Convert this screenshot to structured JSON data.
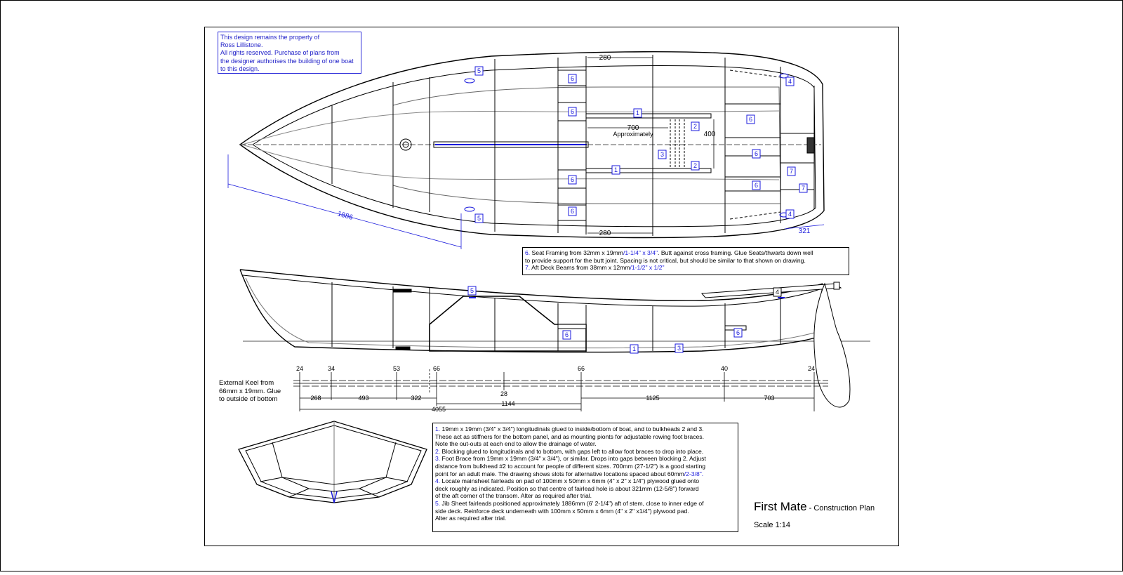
{
  "copyright": {
    "lines": [
      "This design remains the property of",
      "Ross Lillistone.",
      "All rights reserved. Purchase of plans from",
      "the designer authorises the building of one boat",
      "to this design."
    ]
  },
  "title": {
    "main": "First Mate",
    "sub": " - Construction Plan",
    "scale": "Scale 1:14"
  },
  "plan_view": {
    "dimensions": {
      "top_280": "280",
      "bottom_280": "280",
      "d700": "700",
      "approximately": "Approximately",
      "d400": "400",
      "d1886": "1886",
      "d321": "321"
    },
    "labels": [
      "5",
      "5",
      "6",
      "6",
      "6",
      "6",
      "1",
      "1",
      "2",
      "2",
      "3",
      "6",
      "6",
      "6",
      "4",
      "4",
      "7",
      "7"
    ]
  },
  "profile_view": {
    "labels": [
      "5",
      "4",
      "6",
      "6",
      "1",
      "3"
    ]
  },
  "keel": {
    "label_lines": [
      "External Keel from",
      "66mm x 19mm. Glue",
      "to outside of bottom"
    ],
    "depths": [
      "24",
      "34",
      "53",
      "66",
      "66",
      "40",
      "24"
    ],
    "segments": [
      "268",
      "493",
      "322",
      "1144",
      "1125",
      "703"
    ],
    "mid_label": "28",
    "total": "4055"
  },
  "seat_note": {
    "n6": "6.",
    "t6a": " Seat Framing from 32mm x 19mm",
    "i6": "/1-1/4\" x 3/4\"",
    "t6b": ". Butt against cross framing. Glue Seats/thwarts down well",
    "t6c": "to provide support for the butt joint. Spacing is not critical, but should be similar to that shown on drawing.",
    "n7": "7.",
    "t7": " Aft Deck Beams from 38mm x 12mm",
    "i7": "/1-1/2\" x 1/2\""
  },
  "notes": {
    "n1": "1.",
    "t1": " 19mm x 19mm (3/4\" x 3/4\") longitudinals glued to inside/bottom of boat, and to bulkheads 2 and 3.",
    "t1b": "These act as stiffners for the bottom panel, and as mounting pionts for adjustable rowing foot braces.",
    "t1c": "Note the out-outs at each end to allow the drainage of water.",
    "n2": "2.",
    "t2": " Blocking glued to longitudinals and to bottom, with gaps left to allow foot braces to drop into place.",
    "n3": "3.",
    "t3": " Foot Brace from 19mm x 19mm (3/4\" x 3/4\"), or similar. Drops into gaps between blocking 2. Adjust",
    "t3b": "distance from bulkhead #2 to account for people of different sizes. 700mm (27-1/2\") is a good starting",
    "t3c": "point for an adult male. The drawing shows slots for alternative locations spaced about 60mm",
    "i3": "/2-3/8\".",
    "n4": "4.",
    "t4": " Locate mainsheet fairleads on pad of 100mm x 50mm x 6mm (4\" x 2\" x 1/4\") plywood glued onto",
    "t4b": "deck roughly as indicated. Position so that centre of fairlead hole is about 321mm (12-5/8\") forward",
    "t4c": "of the aft corner of the transom. Alter as required after trial.",
    "n5": "5.",
    "t5": " Jib Sheet fairleads positioned approximately 1886mm (6' 2-1/4\") aft of stem, close to inner edge of",
    "t5b": "side deck. Reinforce deck underneath with 100mm x 50mm x 6mm (4\" x 2\" x1/4\") plywood pad.",
    "t5c": "Alter as required after trial."
  }
}
